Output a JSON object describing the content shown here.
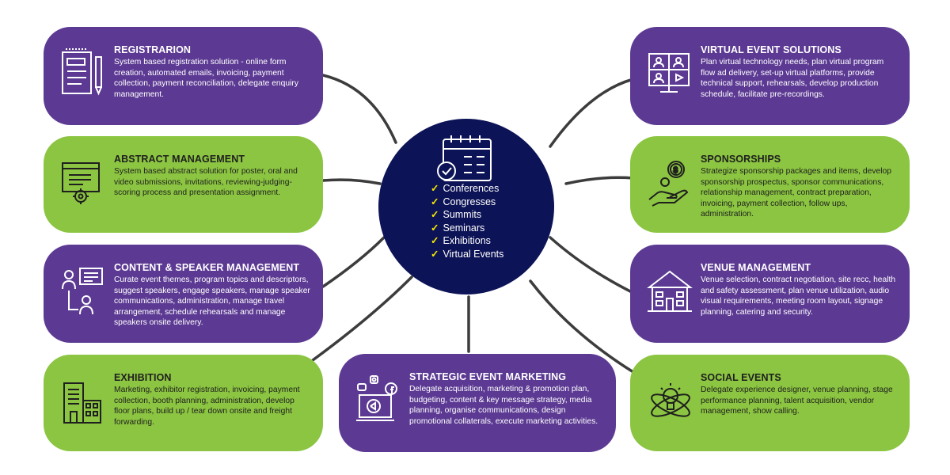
{
  "hub": {
    "items": [
      "Conferences",
      "Congresses",
      "Summits",
      "Seminars",
      "Exhibitions",
      "Virtual Events"
    ],
    "icon": "calendar-check-icon",
    "bullet": "yellow-check"
  },
  "colors": {
    "purple": "#5c3a93",
    "green": "#8bc541",
    "hub": "#0c1356",
    "check": "#f3e600",
    "connector": "#3c3c3c"
  },
  "cards": {
    "registration": {
      "title": "REGISTRARION",
      "text": "System based registration solution - online form creation, automated emails, invoicing, payment collection, payment reconciliation, delegate enquiry management.",
      "icon": "registration-form-icon"
    },
    "abstract": {
      "title": "ABSTRACT MANAGEMENT",
      "text": "System based abstract solution for poster, oral and video submissions, invitations, reviewing-judging-scoring process and presentation assignment.",
      "icon": "browser-gear-icon"
    },
    "content": {
      "title": "CONTENT & SPEAKER MANAGEMENT",
      "text": "Curate event themes, program topics and descriptors, suggest speakers, engage speakers, manage speaker communications, administration, manage travel arrangement, schedule rehearsals and manage speakers onsite delivery.",
      "icon": "speaker-presentation-icon"
    },
    "exhibition": {
      "title": "EXHIBITION",
      "text": "Marketing, exhibitor registration, invoicing, payment collection, booth planning, administration, develop floor plans, build up / tear down onsite and freight forwarding.",
      "icon": "building-icon"
    },
    "marketing": {
      "title": "STRATEGIC EVENT MARKETING",
      "text": "Delegate acquisition, marketing & promotion plan, budgeting, content & key message strategy, media planning, organise communications, design promotional collaterals, execute marketing activities.",
      "icon": "social-media-laptop-icon"
    },
    "virtual": {
      "title": "VIRTUAL EVENT SOLUTIONS",
      "text": "Plan virtual technology needs, plan virtual program flow ad delivery, set-up virtual platforms, provide technical support, rehearsals, develop production schedule, facilitate pre-recordings.",
      "icon": "video-conference-icon"
    },
    "sponsorship": {
      "title": "SPONSORSHIPS",
      "text": "Strategize sponsorship packages and items, develop sponsorship prospectus, sponsor communications, relationship management, contract preparation, invoicing, payment collection, follow ups, administration.",
      "icon": "hand-coin-icon"
    },
    "venue": {
      "title": "VENUE MANAGEMENT",
      "text": "Venue selection, contract negotiation, site recc, health and safety assessment, plan venue utilization, audio visual requirements, meeting room layout, signage planning, catering and security.",
      "icon": "venue-building-icon"
    },
    "social": {
      "title": "SOCIAL EVENTS",
      "text": "Delegate experience designer, venue planning, stage performance planning, talent acquisition, vendor management, show calling.",
      "icon": "lightbulb-orbit-icon"
    }
  }
}
